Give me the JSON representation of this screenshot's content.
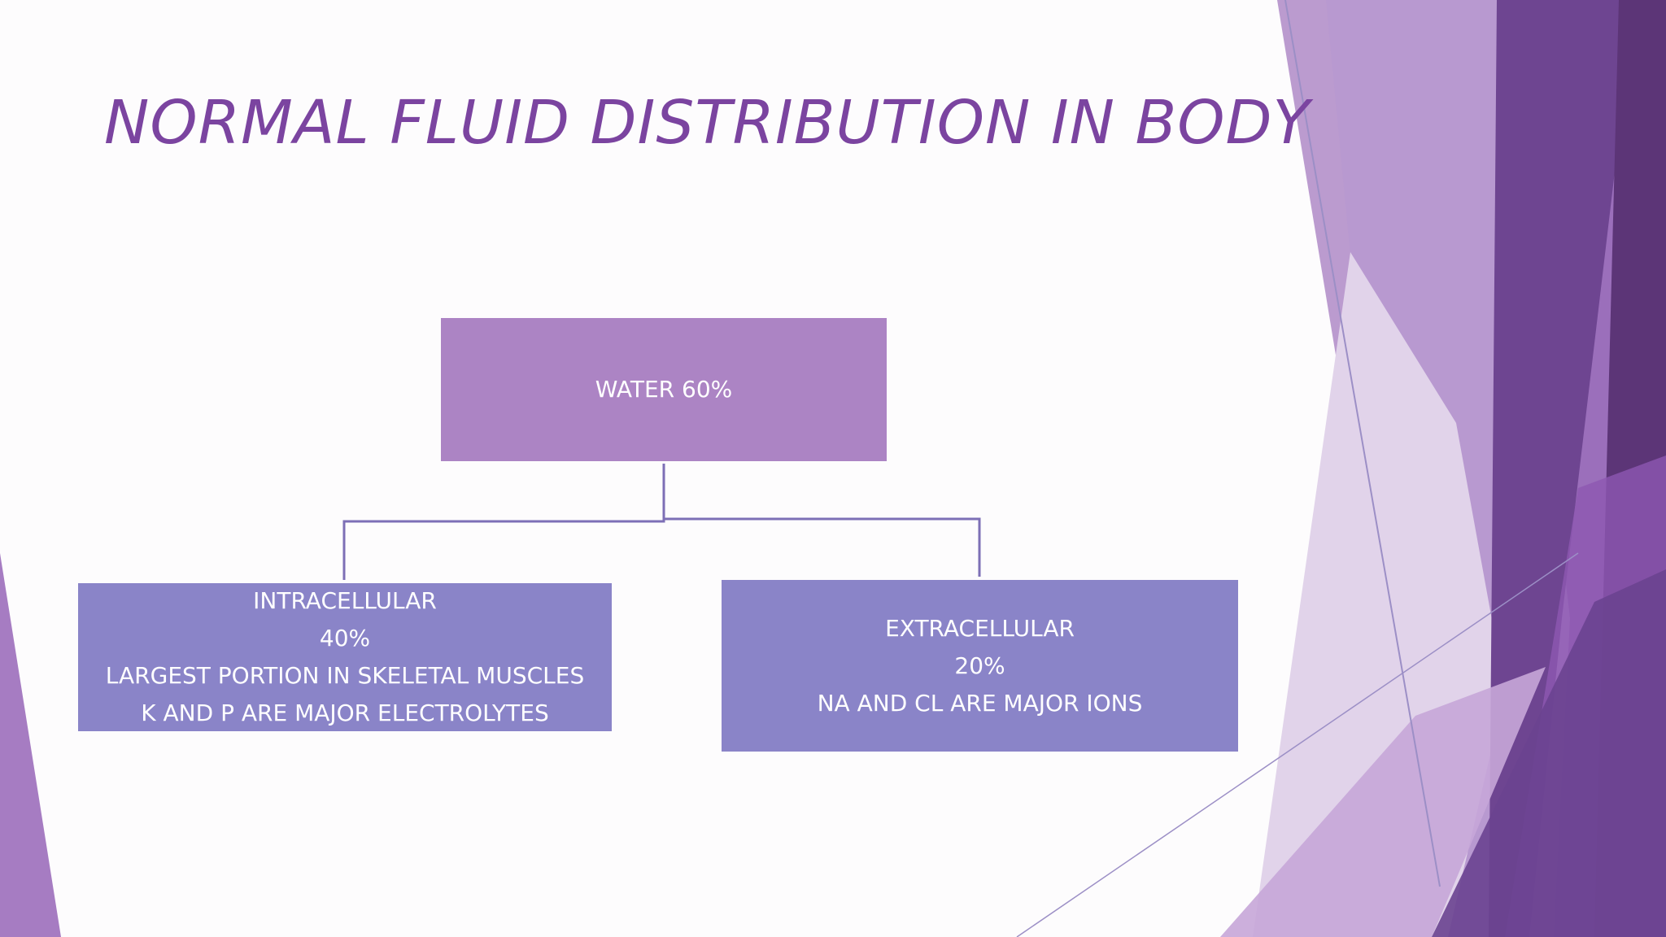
{
  "slide": {
    "title": "NORMAL FLUID DISTRIBUTION IN BODY"
  },
  "nodes": {
    "water": {
      "lines": [
        "WATER 60%"
      ]
    },
    "intracellular": {
      "lines": [
        "INTRACELLULAR",
        "40%",
        "LARGEST PORTION IN SKELETAL MUSCLES",
        "K AND P ARE MAJOR ELECTROLYTES"
      ]
    },
    "extracellular": {
      "lines": [
        "EXTRACELLULAR",
        "20%",
        "NA AND CL ARE MAJOR IONS"
      ]
    }
  },
  "colors": {
    "title": "#7b44a0",
    "parent_box": "#ac84c4",
    "child_box": "#8a84c8",
    "connector": "#7d6fb6",
    "background": "#fdfcfd"
  }
}
